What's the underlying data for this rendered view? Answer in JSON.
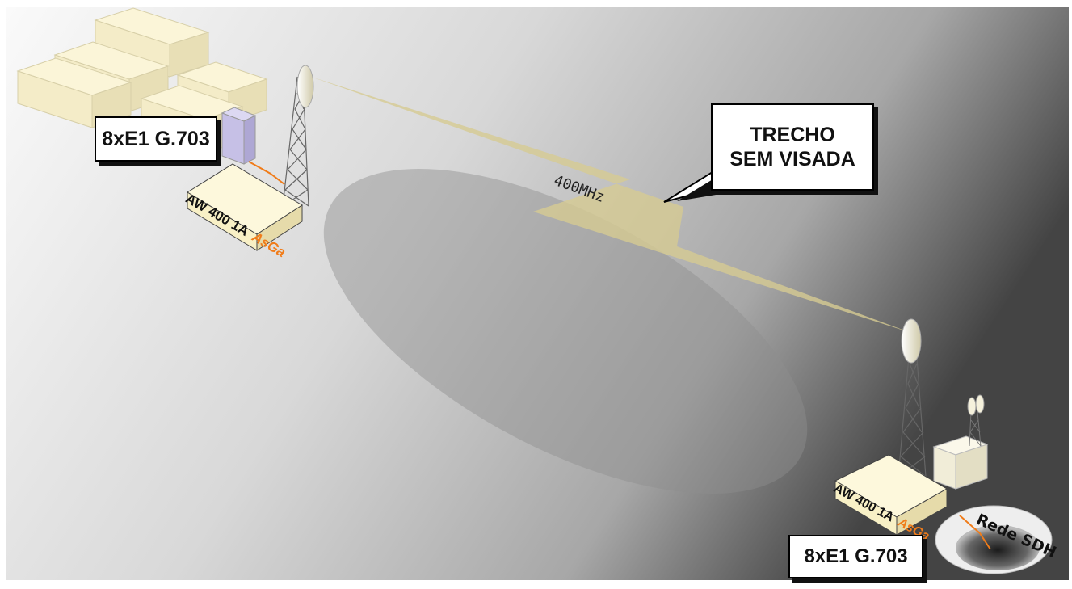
{
  "site_a": {
    "interface_label": "8xE1 G.703",
    "device": {
      "model": "AW 400 1A",
      "brand": "AsGa"
    }
  },
  "site_b": {
    "interface_label": "8xE1 G.703",
    "device": {
      "model": "AW 400 1A",
      "brand": "AsGa"
    },
    "network_label": "Rede SDH"
  },
  "link": {
    "frequency": "400MHz"
  },
  "callout": {
    "line1": "TRECHO",
    "line2": "SEM VISADA"
  },
  "colors": {
    "device_body": "#fbf5d2",
    "brand": "#f07c1a",
    "beam": "#d8cf9c",
    "cable": "#f07c1a",
    "server": "#c8c2e6",
    "obstruction": "#9c9c9c"
  }
}
